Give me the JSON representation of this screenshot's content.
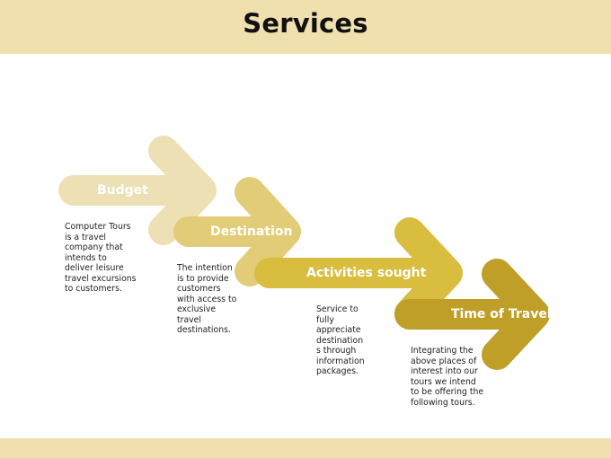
{
  "title": "Services",
  "colors": {
    "band": "#efe0ae",
    "step1": "#ede0b4",
    "step2": "#e3cc77",
    "step3": "#d8bd3f",
    "step4": "#bf9f28"
  },
  "steps": [
    {
      "label": "Budget",
      "description": "Computer Tours\nis a travel\ncompany that\nintends to\ndeliver leisure\ntravel excursions\nto customers."
    },
    {
      "label": "Destination",
      "description": "The intention\nis to provide\ncustomers\nwith access to\nexclusive\ntravel\ndestinations."
    },
    {
      "label": "Activities sought",
      "description": "Service to\nfully\nappreciate\ndestination\ns through\ninformation\npackages."
    },
    {
      "label": "Time of Travel",
      "description": "Integrating the\nabove places of\ninterest into our\ntours we intend\nto be offering the\nfollowing tours."
    }
  ]
}
